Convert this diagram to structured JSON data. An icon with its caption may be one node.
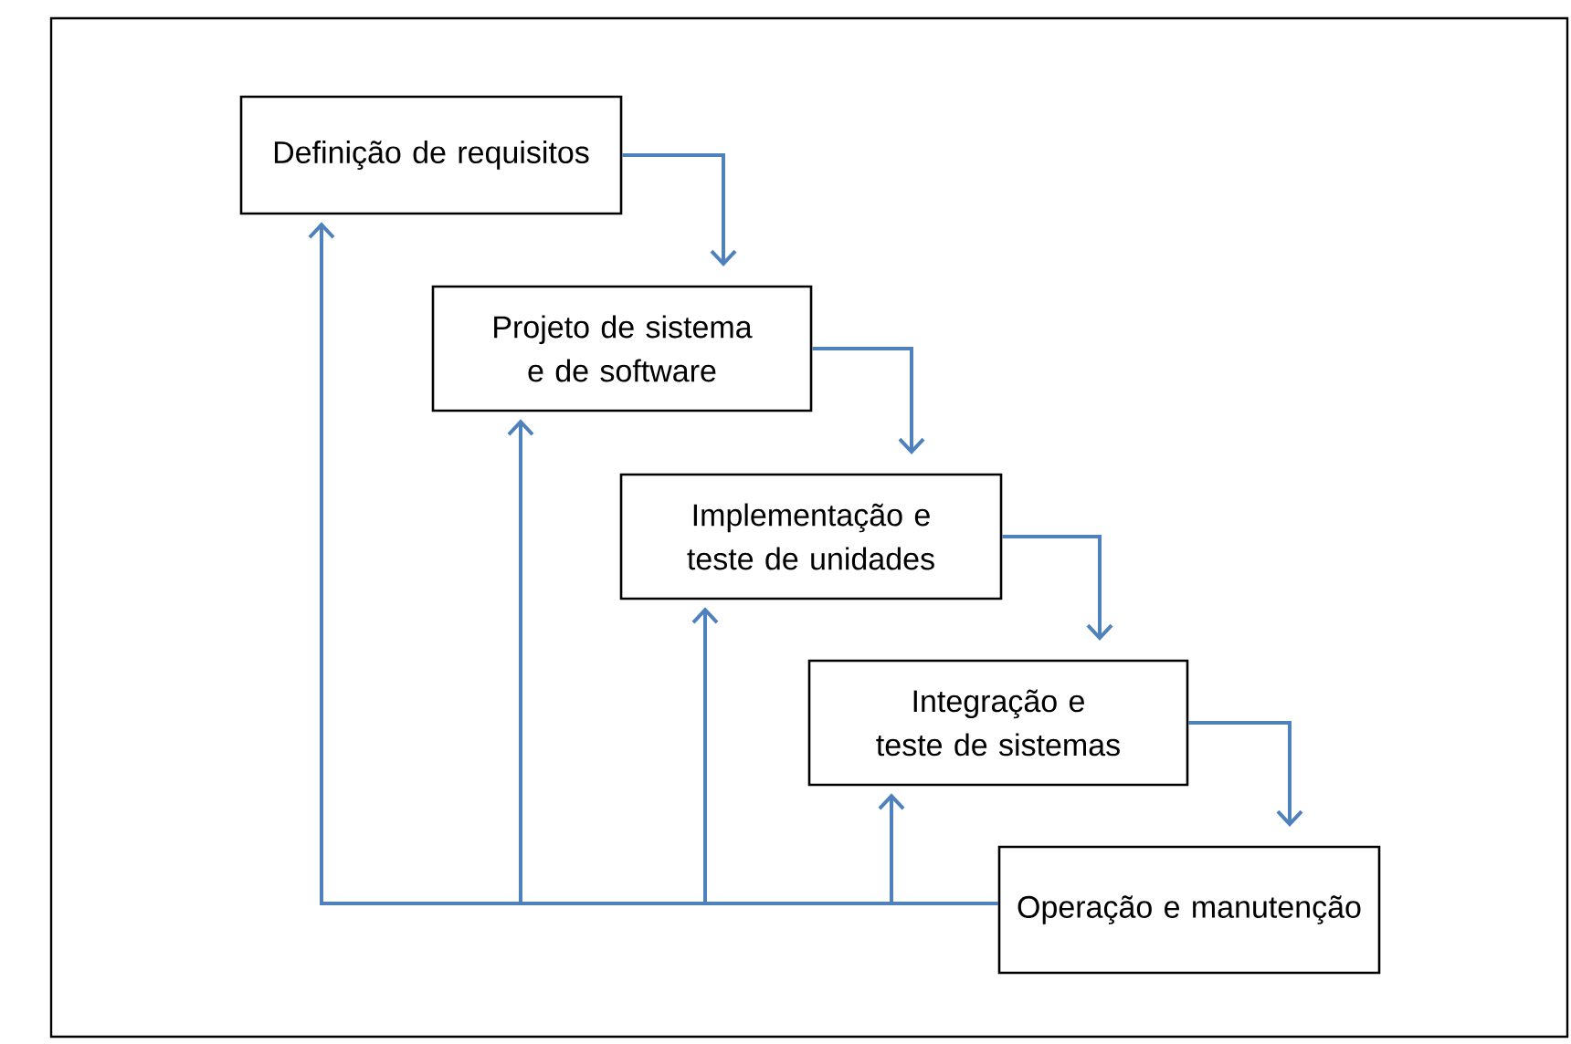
{
  "diagram": {
    "nodes": [
      {
        "text": [
          "Definição de requisitos"
        ]
      },
      {
        "text": [
          "Projeto de sistema e de software"
        ]
      },
      {
        "text": [
          "Implementação e teste de unidades"
        ]
      },
      {
        "text": [
          "Integração e teste de sistemas"
        ]
      },
      {
        "text": [
          "Operação e manutenção"
        ]
      }
    ],
    "edges": [
      {
        "from": 0,
        "to": 1,
        "arrow": "to"
      },
      {
        "from": 1,
        "to": 2,
        "arrow": "to"
      },
      {
        "from": 2,
        "to": 3,
        "arrow": "to"
      },
      {
        "from": 3,
        "to": 4,
        "arrow": "to"
      },
      {
        "from": 4,
        "to": 0,
        "arrow": "to"
      },
      {
        "from": 4,
        "to": 1,
        "arrow": "to"
      },
      {
        "from": 4,
        "to": 2,
        "arrow": "to"
      },
      {
        "from": 4,
        "to": 3,
        "arrow": "to"
      }
    ]
  }
}
